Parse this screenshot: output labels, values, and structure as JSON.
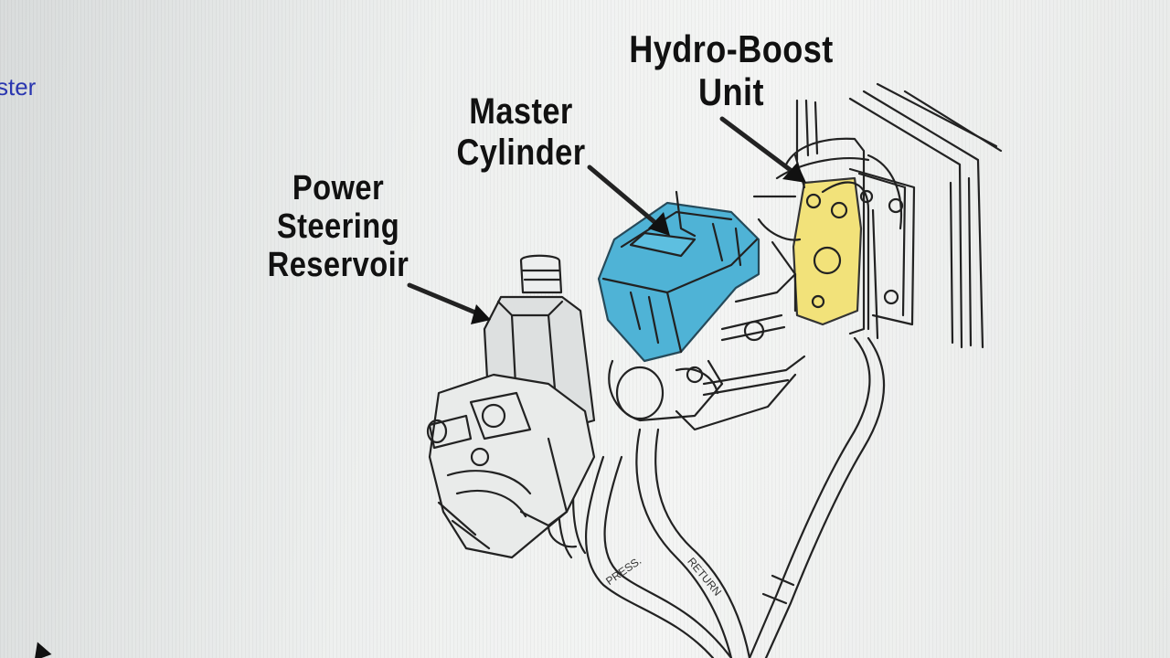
{
  "page": {
    "partial_link_text": "ster"
  },
  "labels": {
    "hydro_boost": [
      "Hydro-Boost",
      "Unit"
    ],
    "master_cylinder": [
      "Master",
      "Cylinder"
    ],
    "power_steering": [
      "Power",
      "Steering",
      "Reservoir"
    ]
  },
  "hose_markings": {
    "pressure": "PRESS.",
    "return": "RETURN"
  },
  "colors": {
    "master_cylinder_highlight": "#4fb3d6",
    "hydro_boost_highlight": "#f2e27a",
    "link": "#2a36b0"
  }
}
